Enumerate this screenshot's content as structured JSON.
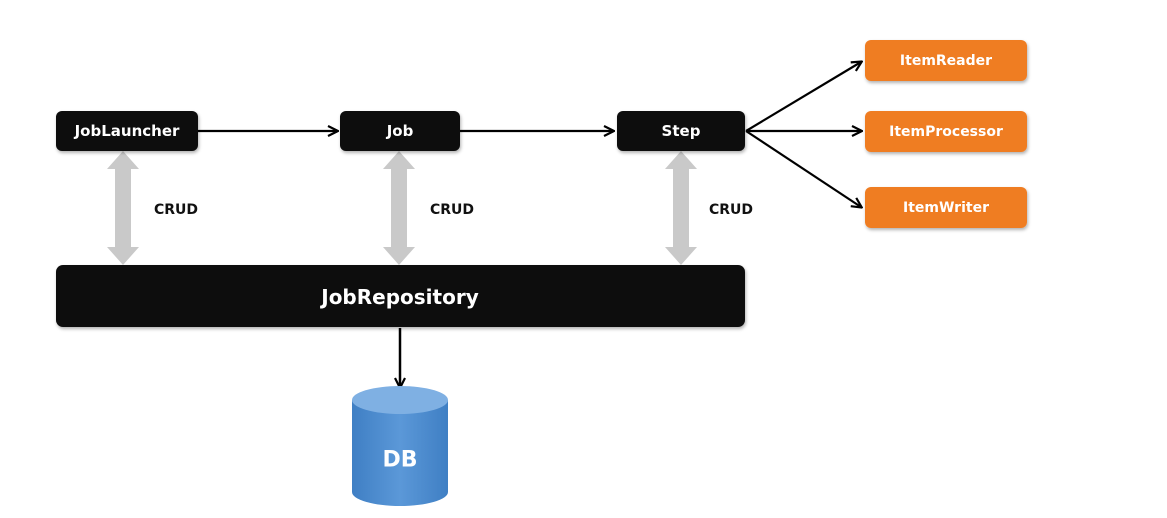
{
  "colors": {
    "dark_node": "#0a0a0a",
    "orange_node": "#ef7d24",
    "db_body": "#4a88cc",
    "db_top": "#7fb0e3",
    "crud_arrow": "#c9c9c9",
    "flow_arrow": "#000000"
  },
  "nodes": {
    "job_launcher": "JobLauncher",
    "job": "Job",
    "step": "Step",
    "item_reader": "ItemReader",
    "item_processor": "ItemProcessor",
    "item_writer": "ItemWriter",
    "job_repository": "JobRepository",
    "db": "DB"
  },
  "edge_labels": {
    "crud_launcher": "CRUD",
    "crud_job": "CRUD",
    "crud_step": "CRUD"
  }
}
